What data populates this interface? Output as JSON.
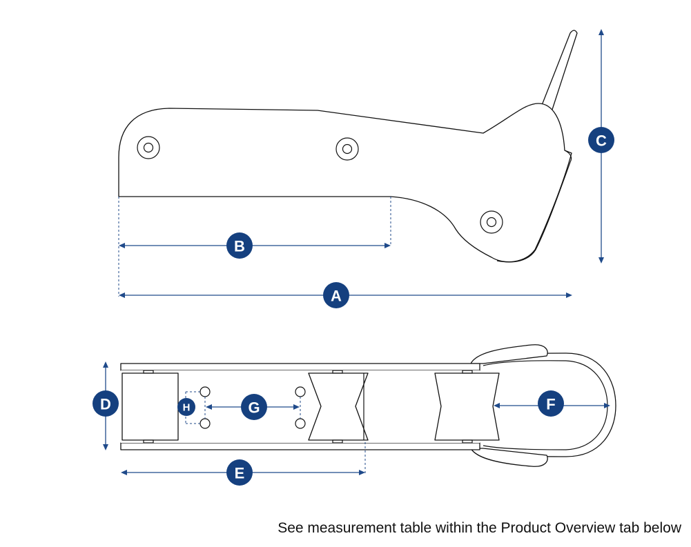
{
  "labels": {
    "a": "A",
    "b": "B",
    "c": "C",
    "d": "D",
    "e": "E",
    "f": "F",
    "g": "G",
    "h": "H"
  },
  "caption": "See measurement table within the Product Overview tab below",
  "colors": {
    "badge": "#15407f",
    "dimension_line": "#1f4a8a",
    "outline": "#111111"
  }
}
